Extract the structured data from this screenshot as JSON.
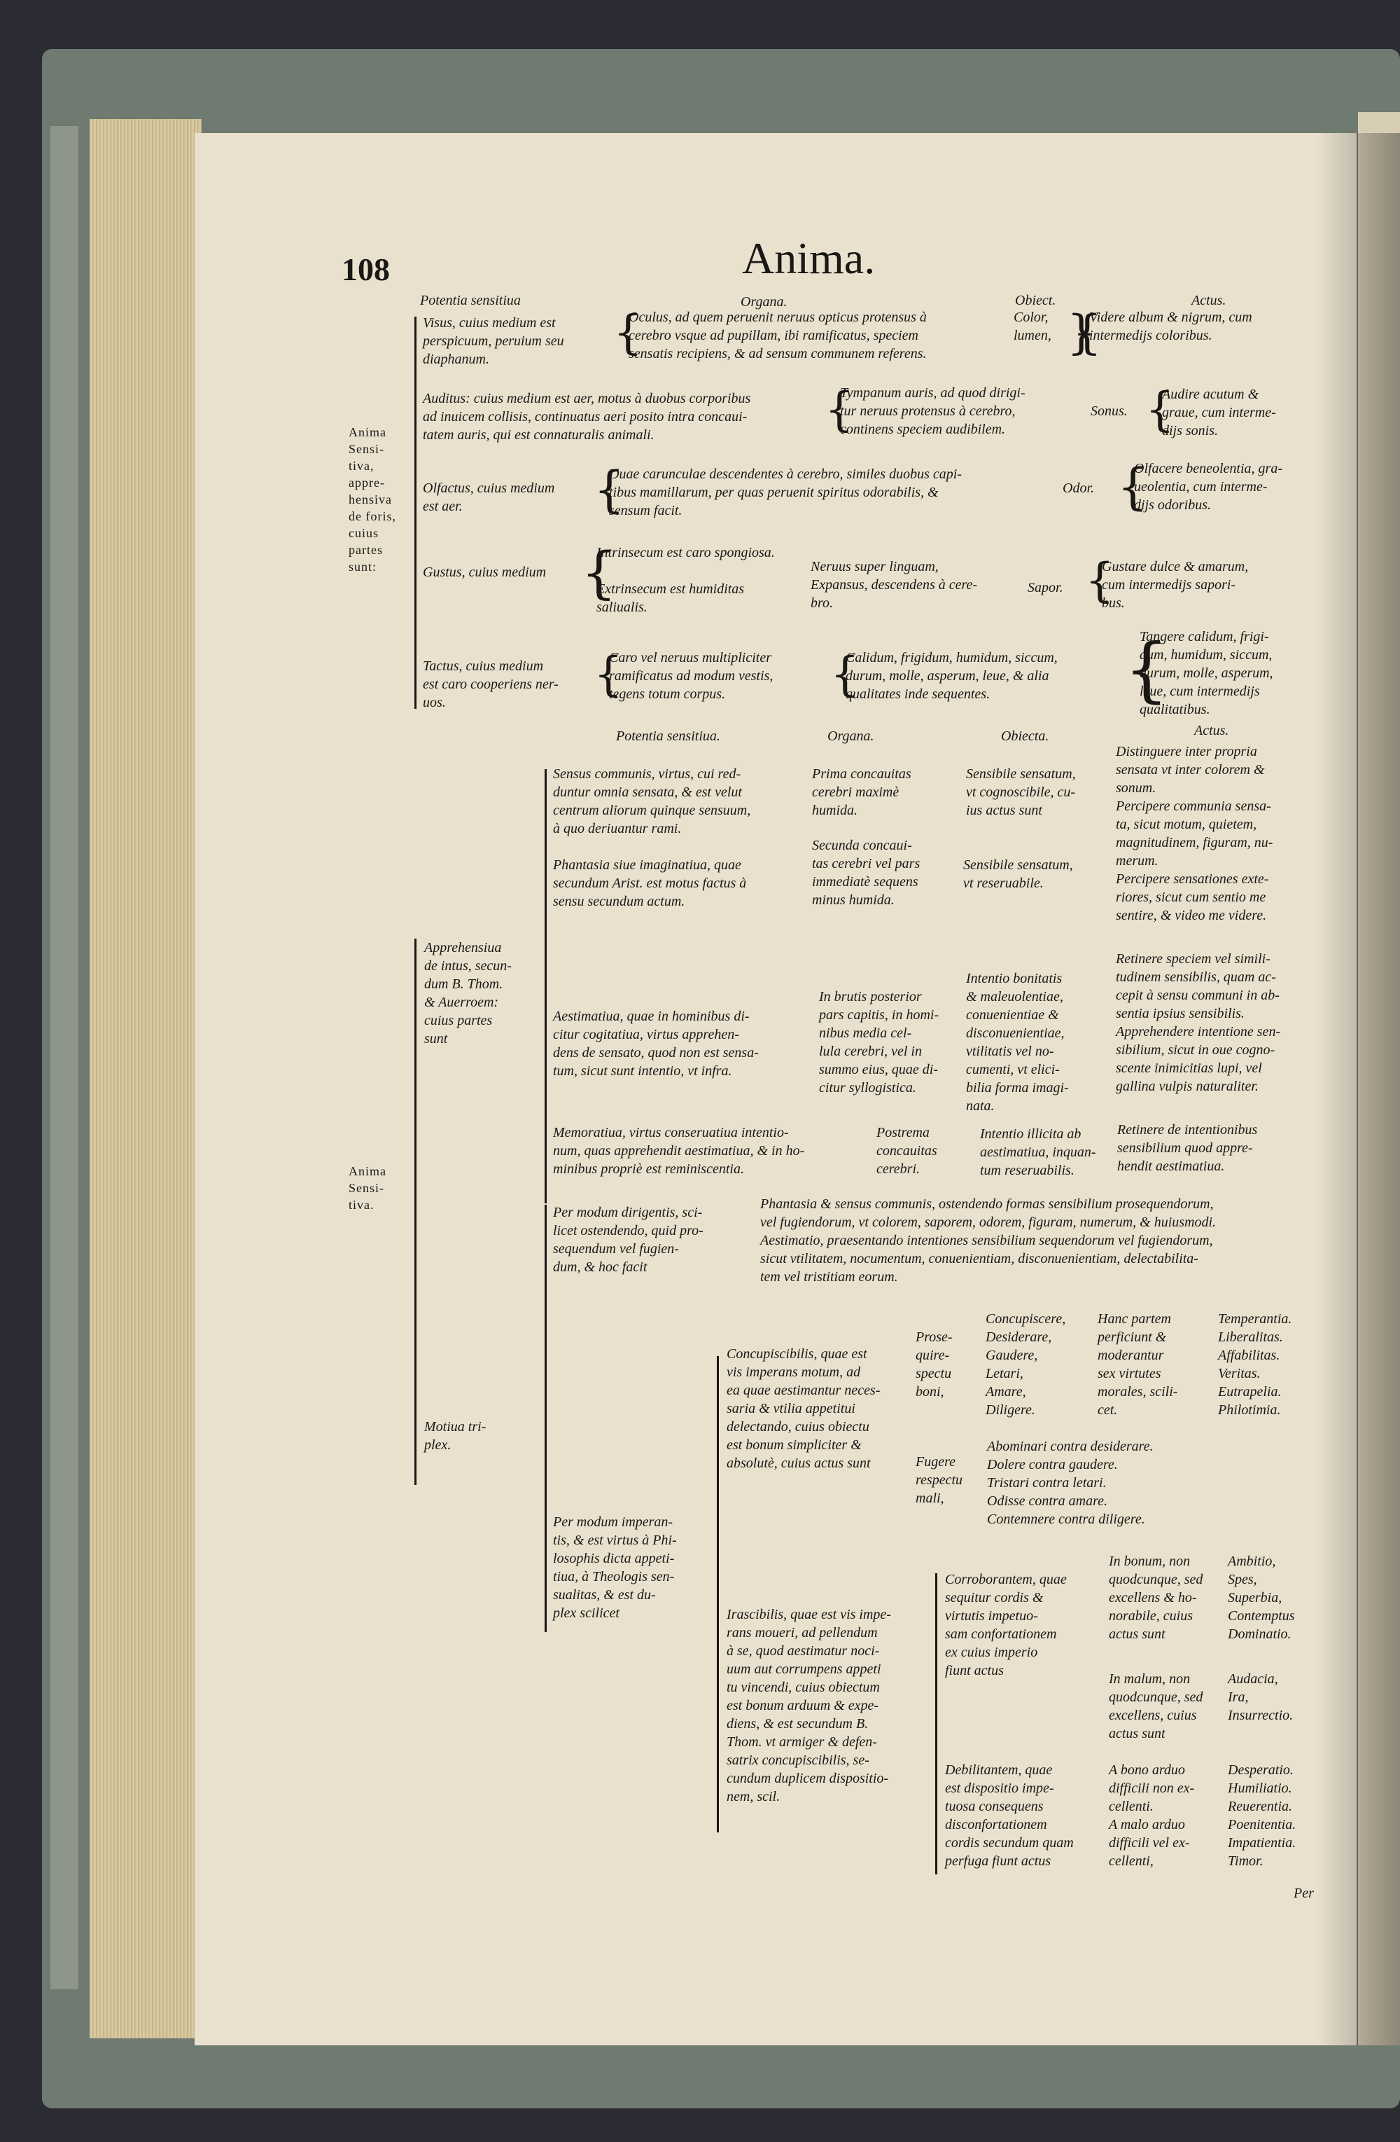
{
  "page": {
    "number": "108",
    "title": "Anima."
  },
  "side_labels": {
    "anima_apprehensiva": "Anima\nSensi-\ntiva,\nappre-\nhensiva\nde foris,\ncuius\npartes\nsunt:",
    "anima_sensitiva": "Anima\nSensi-\ntiva."
  },
  "headers_top": {
    "potentia": "Potentia sensitiua",
    "organa": "Organa.",
    "obiecta": "Obiect.",
    "actus": "Actus."
  },
  "headers_mid": {
    "potentia": "Potentia sensitiua.",
    "organa": "Organa.",
    "obiecta": "Obiecta.",
    "actus": "Actus."
  },
  "senses": [
    {
      "sense": "Visus, cuius medium est\nperspicuum, peruium seu\ndiaphanum.",
      "organ": "Oculus, ad quem peruenit neruus opticus protensus à\ncerebro vsque ad pupillam, ibi ramificatus, speciem\nsensatis recipiens, & ad sensum communem referens.",
      "object": "Color,\nlumen,",
      "act": "Videre album & nigrum, cum\nintermedijs coloribus."
    },
    {
      "sense": "Auditus: cuius medium est aer, motus à duobus corporibus\nad inuicem collisis, continuatus aeri posito intra concaui-\ntatem auris, qui est connaturalis animali.",
      "organ": "Tympanum auris, ad quod dirigi-\ntur neruus protensus à cerebro,\ncontinens speciem audibilem.",
      "object": "Sonus.",
      "act": "Audire acutum &\ngraue, cum interme-\ndijs sonis."
    },
    {
      "sense": "Olfactus, cuius medium\nest aer.",
      "organ": "Duae carunculae descendentes à cerebro, similes duobus capi-\ntibus mamillarum, per quas peruenit spiritus odorabilis, &\nsensum facit.",
      "object": "Odor.",
      "act": "Olfacere beneolentia, gra-\nueolentia, cum interme-\ndijs odoribus."
    },
    {
      "sense": "Gustus, cuius medium",
      "organ_a": "Intrinsecum est caro spongiosa.",
      "organ_b": "Extrinsecum est humiditas\nsaliualis.",
      "organ": "Neruus super linguam,\nExpansus, descendens à cere-\nbro.",
      "object": "Sapor.",
      "act": "Gustare dulce & amarum,\ncum intermedijs sapori-\nbus."
    },
    {
      "sense": "Tactus, cuius medium\nest caro cooperiens ner-\nuos.",
      "organ": "Caro vel neruus multipliciter\nramificatus ad modum vestis,\ntegens totum corpus.",
      "object": "Calidum, frigidum, humidum, siccum,\ndurum, molle, asperum, leue, & alia\nqualitates inde sequentes.",
      "act": "Tangere calidum, frigi-\ndum, humidum, siccum,\ndurum, molle, asperum,\nleue, cum intermedijs\nqualitatibus."
    }
  ],
  "apprehensiva": {
    "label": "Apprehensiua\nde intus, secun-\ndum B. Thom.\n& Auerroem:\ncuius partes\nsunt",
    "sensus_communis": "Sensus communis, virtus, cui red-\nduntur omnia sensata, & est velut\ncentrum aliorum quinque sensuum,\nà quo deriuantur rami.",
    "organ1": "Prima concauitas\ncerebri maximè\nhumida.",
    "object1": "Sensibile sensatum,\nvt cognoscibile, cu-\nius actus sunt",
    "phantasia": "Phantasia siue imaginatiua, quae\nsecundum Arist. est motus factus à\nsensu secundum actum.",
    "organ2": "Secunda concaui-\ntas cerebri vel pars\nimmediatè sequens\nminus humida.",
    "object2": "Sensibile sensatum,\nvt reseruabile.",
    "acts_top": "Distinguere inter propria\nsensata vt inter colorem &\nsonum.\nPercipere communia sensa-\nta, sicut motum, quietem,\nmagnitudinem, figuram, nu-\nmerum.\nPercipere sensationes exte-\nriores, sicut cum sentio me\nsentire, & video me videre.",
    "aestimatiua": "Aestimatiua, quae in hominibus di-\ncitur cogitatiua, virtus apprehen-\ndens de sensato, quod non est sensa-\ntum, sicut sunt intentio, vt infra.",
    "organ3": "In brutis posterior\npars capitis, in homi-\nnibus media cel-\nlula cerebri, vel in\nsummo eius, quae di-\ncitur syllogistica.",
    "object3": "Intentio bonitatis\n& maleuolentiae,\nconuenientiae &\ndisconuenientiae,\nvtilitatis vel no-\ncumenti, vt elici-\nbilia forma imagi-\nnata.",
    "acts_mid": "Retinere speciem vel simili-\ntudinem sensibilis, quam ac-\ncepit à sensu communi in ab-\nsentia ipsius sensibilis.\nApprehendere intentione sen-\nsibilium, sicut in oue cogno-\nscente inimicitias lupi, vel\ngallina vulpis naturaliter.",
    "memoratiua": "Memoratiua, virtus conseruatiua intentio-\nnum, quas apprehendit aestimatiua, & in ho-\nminibus propriè est reminiscentia.",
    "organ4": "Postrema\nconcauitas\ncerebri.",
    "object4": "Intentio illicita ab\naestimatiua, inquan-\ntum reseruabilis.",
    "act4": "Retinere de intentionibus\nsensibilium quod appre-\nhendit aestimatiua."
  },
  "motiua": {
    "label": "Motiua tri-\nplex.",
    "dirigentis": "Per modum dirigentis, sci-\nlicet ostendendo, quid pro-\nsequendum vel fugien-\ndum, & hoc facit",
    "dirigentis_detail": "Phantasia & sensus communis, ostendendo formas sensibilium prosequendorum,\nvel fugiendorum, vt colorem, saporem, odorem, figuram, numerum, & huiusmodi.\nAestimatio, praesentando intentiones sensibilium sequendorum vel fugiendorum,\nsicut vtilitatem, nocumentum, conuenientiam, disconuenientiam, delectabilita-\ntem vel tristitiam eorum.",
    "imperantis": "Per modum imperan-\ntis, & est virtus à Phi-\nlosophis dicta appeti-\ntiua, à Theologis sen-\nsualitas, & est du-\nplex scilicet",
    "concupiscibilis": "Concupiscibilis, quae est\nvis imperans motum, ad\nea quae aestimantur neces-\nsaria & vtilia appetitui\ndelectando, cuius obiectu\nest bonum simpliciter &\nabsolutè, cuius actus sunt",
    "prosequire": "Prose-\nquire-\nspectu\nboni,",
    "conc_acts": "Concupiscere,\nDesiderare,\nGaudere,\nLetari,\nAmare,\nDiligere.",
    "hanc": "Hanc partem\nperficiunt &\nmoderantur\nsex virtutes\nmorales, scili-\ncet.",
    "virtutes": "Temperantia.\nLiberalitas.\nAffabilitas.\nVeritas.\nEutrapelia.\nPhilotimia.",
    "fugere": "Fugere\nrespectu\nmali,",
    "fug_acts": "Abominari contra desiderare.\nDolere contra gaudere.\nTristari contra letari.\nOdisse contra amare.\nContemnere contra diligere.",
    "irascibilis": "Irascibilis, quae est vis impe-\nrans moueri, ad pellendum\nà se, quod aestimatur noci-\nuum aut corrumpens appeti\ntu vincendi, cuius obiectum\nest bonum arduum & expe-\ndiens, & est secundum B.\nThom. vt armiger & defen-\nsatrix concupiscibilis, se-\ncundum duplicem dispositio-\nnem, scil.",
    "corroborantem": "Corroborantem, quae\nsequitur cordis &\nvirtutis impetuo-\nsam confortationem\nex cuius imperio\nfiunt actus",
    "in_bonum": "In bonum, non\nquodcunque, sed\nexcellens & ho-\nnorabile, cuius\nactus sunt",
    "bonum_acts": "Ambitio,\nSpes,\nSuperbia,\nContemptus\nDominatio.",
    "in_malum": "In malum, non\nquodcunque, sed\nexcellens, cuius\nactus sunt",
    "malum_acts": "Audacia,\nIra,\nInsurrectio.",
    "debilitantem": "Debilitantem, quae\nest dispositio impe-\ntuosa consequens\ndisconfortationem\ncordis secundum quam\nperfuga fiunt actus",
    "arduo": "A bono arduo\ndifficili non ex-\ncellenti.\nA malo arduo\ndifficili vel ex-\ncellenti,",
    "arduo_acts": "Desperatio.\nHumiliatio.\nReuerentia.\nPoenitentia.\nImpatientia.\nTimor."
  },
  "catchword": "Per"
}
